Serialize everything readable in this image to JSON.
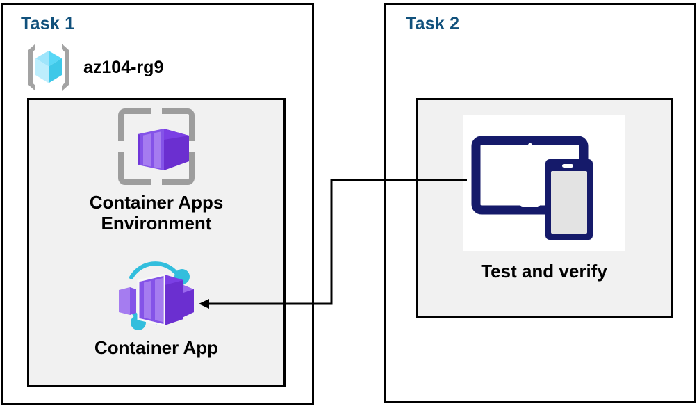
{
  "diagram": {
    "title_color": "#11517c",
    "panel_border_color": "#000000",
    "group_fill_color": "#f1f1f1",
    "connector_color": "#000000",
    "panels": [
      {
        "id": "task1",
        "title": "Task 1",
        "resource_group": {
          "icon": "azure-resource-group-icon",
          "label": "az104-rg9"
        },
        "nodes": [
          {
            "icon": "container-apps-environment-icon",
            "label": "Container Apps\nEnvironment"
          },
          {
            "icon": "container-app-icon",
            "label": "Container App"
          }
        ]
      },
      {
        "id": "task2",
        "title": "Task 2",
        "nodes": [
          {
            "icon": "test-and-verify-devices-icon",
            "label": "Test and verify"
          }
        ]
      }
    ],
    "connector": {
      "name": "test-to-container-app-arrow",
      "from": "Test and verify",
      "to": "Container App",
      "direction": "right-to-left",
      "arrowhead": "left"
    }
  }
}
